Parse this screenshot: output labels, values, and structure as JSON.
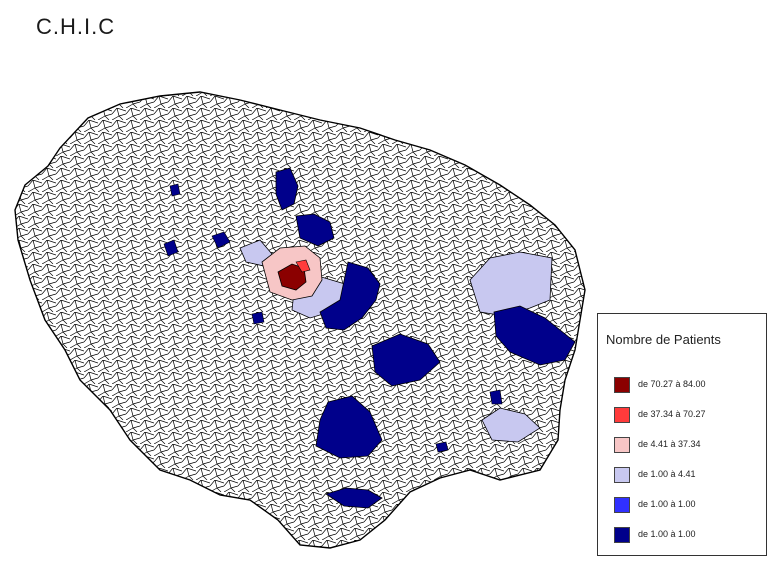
{
  "title": "C.H.I.C",
  "legend": {
    "title": "Nombre de Patients",
    "items": [
      {
        "label": "de 70.27 à 84.00",
        "color": "#8b0000"
      },
      {
        "label": "de 37.34 à 70.27",
        "color": "#ff3b3b"
      },
      {
        "label": "de 4.41 à 37.34",
        "color": "#f7c6c6"
      },
      {
        "label": "de 1.00 à 4.41",
        "color": "#c8c8f0"
      },
      {
        "label": "de 1.00 à 1.00",
        "color": "#3030ff"
      },
      {
        "label": "de 1.00 à 1.00",
        "color": "#00008b"
      }
    ]
  }
}
